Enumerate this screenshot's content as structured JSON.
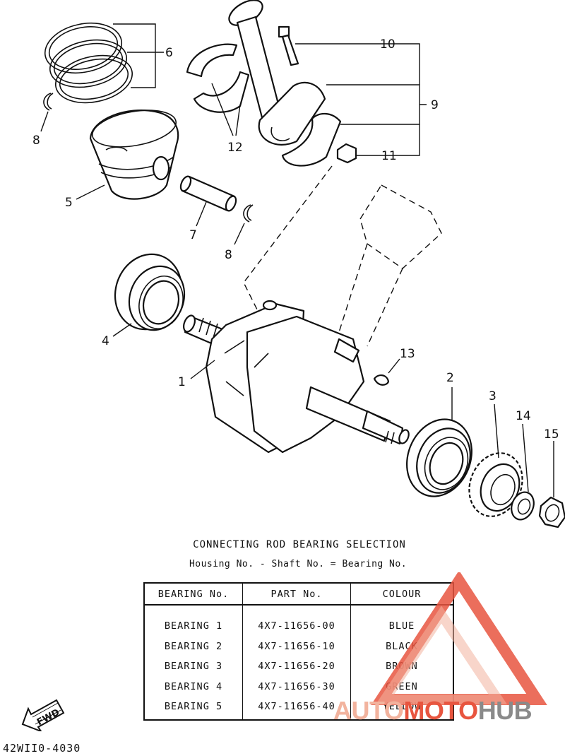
{
  "callouts": {
    "c1": "1",
    "c2": "2",
    "c3": "3",
    "c4": "4",
    "c5": "5",
    "c6": "6",
    "c7": "7",
    "c8a": "8",
    "c8b": "8",
    "c9": "9",
    "c10": "10",
    "c11": "11",
    "c12": "12",
    "c13": "13",
    "c14": "14",
    "c15": "15"
  },
  "selection": {
    "title": "CONNECTING ROD BEARING SELECTION",
    "formula": "Housing No. - Shaft No. = Bearing No.",
    "headers": [
      "BEARING No.",
      "PART No.",
      "COLOUR"
    ],
    "rows": [
      {
        "bearing": "BEARING 1",
        "part": "4X7-11656-00",
        "colour": "BLUE"
      },
      {
        "bearing": "BEARING 2",
        "part": "4X7-11656-10",
        "colour": "BLACK"
      },
      {
        "bearing": "BEARING 3",
        "part": "4X7-11656-20",
        "colour": "BROWN"
      },
      {
        "bearing": "BEARING 4",
        "part": "4X7-11656-30",
        "colour": "GREEN"
      },
      {
        "bearing": "BEARING 5",
        "part": "4X7-11656-40",
        "colour": "YELLOW"
      }
    ]
  },
  "fwd_label": "FWD",
  "doc_code": "42WII0-4030",
  "watermark": {
    "brand_auto": "AUTO",
    "brand_moto": "MOTO",
    "brand_hub": "HUB",
    "color_accent": "#e8553f",
    "color_light": "#f2b39e",
    "color_dark": "#8a8a8a"
  }
}
